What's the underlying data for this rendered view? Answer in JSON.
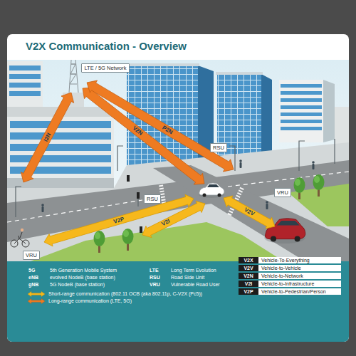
{
  "diagram": {
    "title": "V2X Communication - Overview",
    "nodes": [
      {
        "text": [
          "LTE / 5G Network"
        ]
      },
      {
        "text": [
          "RSU"
        ]
      },
      {
        "text": [
          "VRU"
        ]
      },
      {
        "text": [
          "RSU"
        ]
      },
      {
        "text": [
          "VRU"
        ]
      },
      {
        "text": [
          "V2X",
          "Vehicle-To-Everything"
        ]
      },
      {
        "text": [
          "V2V",
          "Vehicle-to-Vehicle"
        ]
      },
      {
        "text": [
          "V2N",
          "Vehicle-to-Network"
        ]
      },
      {
        "text": [
          "V2I",
          "Vehicle-to-Infrastructure"
        ]
      },
      {
        "text": [
          "V2P",
          "Vehicle-to-Pedestrian/Person"
        ]
      }
    ],
    "labels": [
      "I2N",
      "V2N",
      "P2N",
      "V2V",
      "V2I",
      "V2P",
      "5G",
      "5th Generation Mobile System",
      "eNB",
      "evolved NodeB (base station)",
      "gNB",
      "5G NodeB (base station)",
      "LTE",
      "Long Term Evolution",
      "RSU",
      "Road Side Unit",
      "VRU",
      "Vulnerable Road User"
    ],
    "legend": [
      {
        "text": "Short-range communication (802.11 OCB (aka 802.11p, C-V2X (Pc5))"
      },
      {
        "text": "Long-range communication (LTE, 5G)"
      }
    ]
  }
}
